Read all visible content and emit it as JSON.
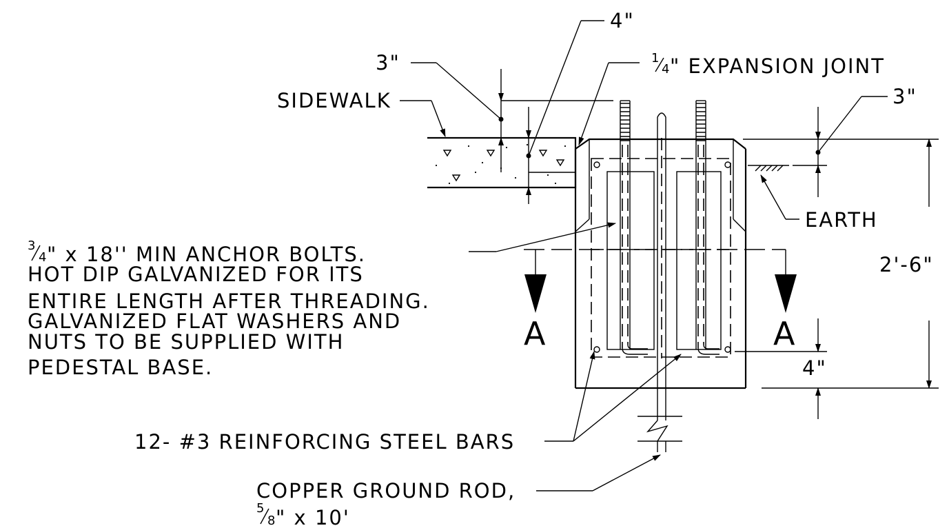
{
  "labels": {
    "dim_top_4": "4\"",
    "dim_top_3": "3\"",
    "expansion_joint_frac": "1",
    "expansion_joint_den": "4",
    "expansion_joint": "\" EXPANSION  JOINT",
    "sidewalk": "SIDEWALK",
    "dim_right_3": "3\"",
    "earth": "EARTH",
    "dim_overall": "2'-6\"",
    "dim_bottom_4": "4\"",
    "section_left": "A",
    "section_right": "A",
    "bolts_frac_num": "3",
    "bolts_frac_den": "4",
    "bolts_line1": "\" x 18'' MIN  ANCHOR  BOLTS.",
    "bolts_line2": "HOT  DIP  GALVANIZED  FOR  ITS",
    "bolts_line3": "ENTIRE  LENGTH  AFTER  THREADING.",
    "bolts_line4": "GALVANIZED  FLAT  WASHERS  AND",
    "bolts_line5": "NUTS  TO  BE  SUPPLIED  WITH",
    "bolts_line6": "PEDESTAL  BASE.",
    "rebar": "12- #3  REINFORCING  STEEL  BARS",
    "ground_rod_line1": "COPPER  GROUND  ROD,",
    "ground_rod_frac_num": "5",
    "ground_rod_frac_den": "8",
    "ground_rod_line2": "\" x 10'"
  }
}
